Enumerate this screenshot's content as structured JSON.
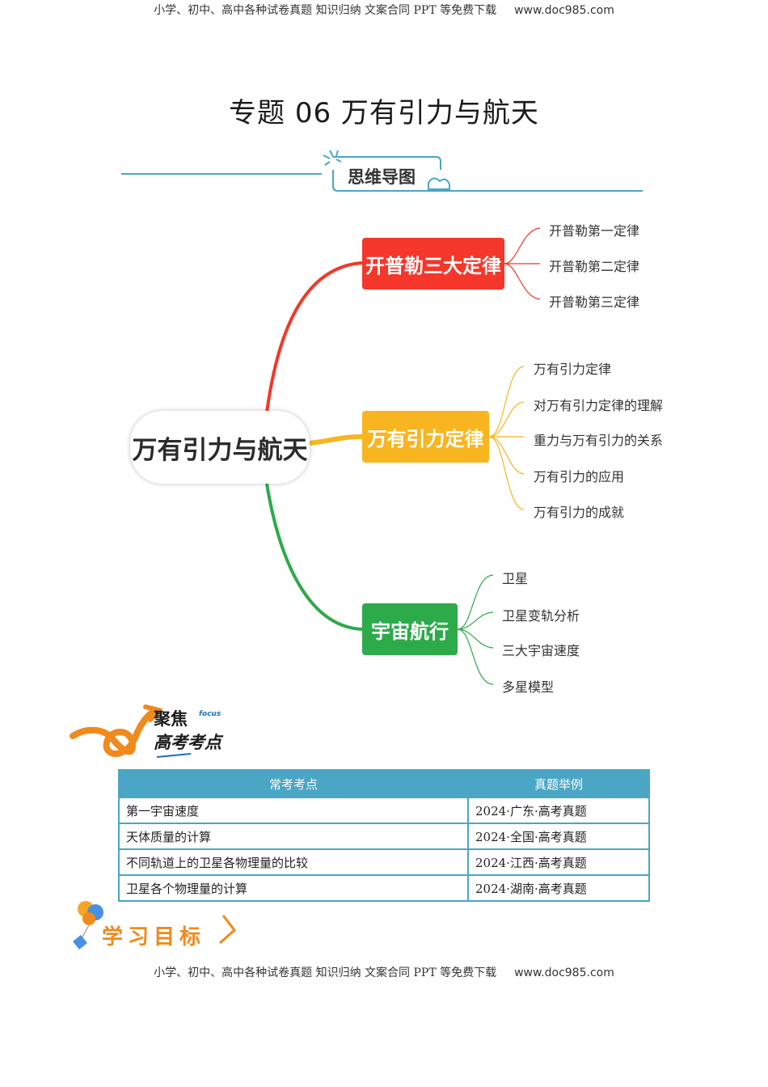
{
  "header": {
    "text": "小学、初中、高中各种试卷真题  知识归纳  文案合同  PPT 等免费下载",
    "url": "www.doc985.com"
  },
  "footer": {
    "text": "小学、初中、高中各种试卷真题  知识归纳  文案合同  PPT 等免费下载",
    "url": "www.doc985.com"
  },
  "title": "专题 06  万有引力与航天",
  "mindmap": {
    "banner": "思维导图",
    "center": "万有引力与航天",
    "branches": [
      {
        "label": "开普勒三大定律",
        "color": "#f5362a",
        "leaves": [
          "开普勒第一定律",
          "开普勒第二定律",
          "开普勒第三定律"
        ]
      },
      {
        "label": "万有引力定律",
        "color": "#f8b520",
        "leaves": [
          "万有引力定律",
          "对万有引力定律的理解",
          "重力与万有引力的关系",
          "万有引力的应用",
          "万有引力的成就"
        ]
      },
      {
        "label": "宇宙航行",
        "color": "#2daa4a",
        "leaves": [
          "卫星",
          "卫星变轨分析",
          "三大宇宙速度",
          "多星模型"
        ]
      }
    ]
  },
  "focus": {
    "line1": "聚焦",
    "line2": "高考考点",
    "en": "focus"
  },
  "exam_table": {
    "headers": [
      "常考考点",
      "真题举例"
    ],
    "rows": [
      [
        "第一宇宙速度",
        "2024·广东·高考真题"
      ],
      [
        "天体质量的计算",
        "2024·全国·高考真题"
      ],
      [
        "不同轨道上的卫星各物理量的比较",
        "2024·江西·高考真题"
      ],
      [
        "卫星各个物理量的计算",
        "2024·湖南·高考真题"
      ]
    ]
  },
  "goal": {
    "label": "学习目标"
  }
}
